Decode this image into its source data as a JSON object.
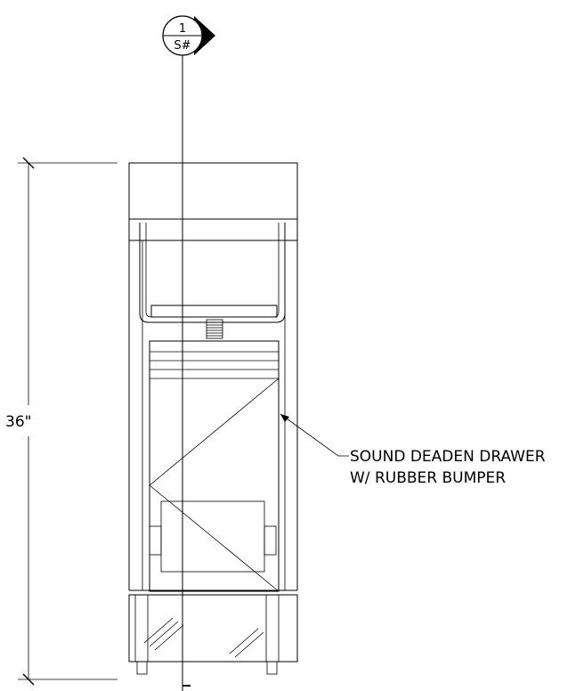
{
  "section_marker": {
    "number": "1",
    "sheet": "S#"
  },
  "dimension": {
    "label": "36\""
  },
  "callout": {
    "line1": "SOUND DEADEN DRAWER",
    "line2": "W/ RUBBER BUMPER"
  }
}
